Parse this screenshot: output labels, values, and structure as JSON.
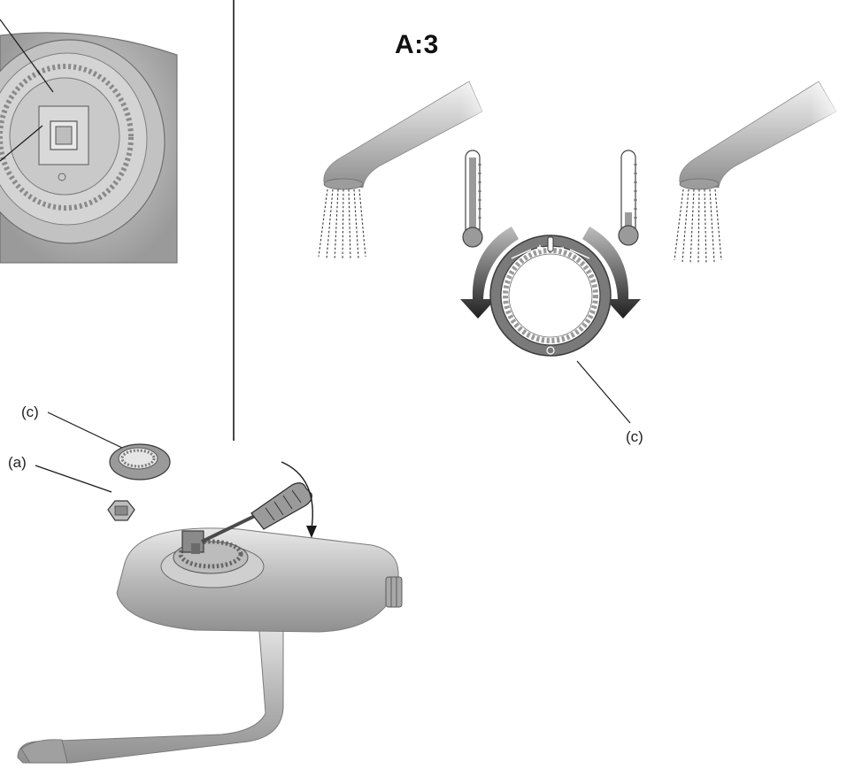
{
  "step": {
    "title": "A:3"
  },
  "callouts": {
    "c_exploded": "(c)",
    "a_exploded": "(a)",
    "c_ring": "(c)"
  },
  "ring_markings": {
    "plus": "+",
    "minus": "−"
  },
  "colors": {
    "line": "#1a1a1a",
    "metal_light": "#e4e4e4",
    "metal_mid": "#b4b4b4",
    "metal_dark": "#8c8c8c",
    "ring_body": "#7a7a7a",
    "arrow_dark": "#2b2b2b",
    "arrow_light": "#b0b0b0",
    "thermometer_fill": "#9a9a9a"
  },
  "icons": {
    "hot_thermometer": "thermometer-hot-icon",
    "cold_thermometer": "thermometer-cold-icon",
    "rotate_left": "rotate-left-arrow-icon",
    "rotate_right": "rotate-right-arrow-icon",
    "screwdriver": "screwdriver-icon"
  }
}
